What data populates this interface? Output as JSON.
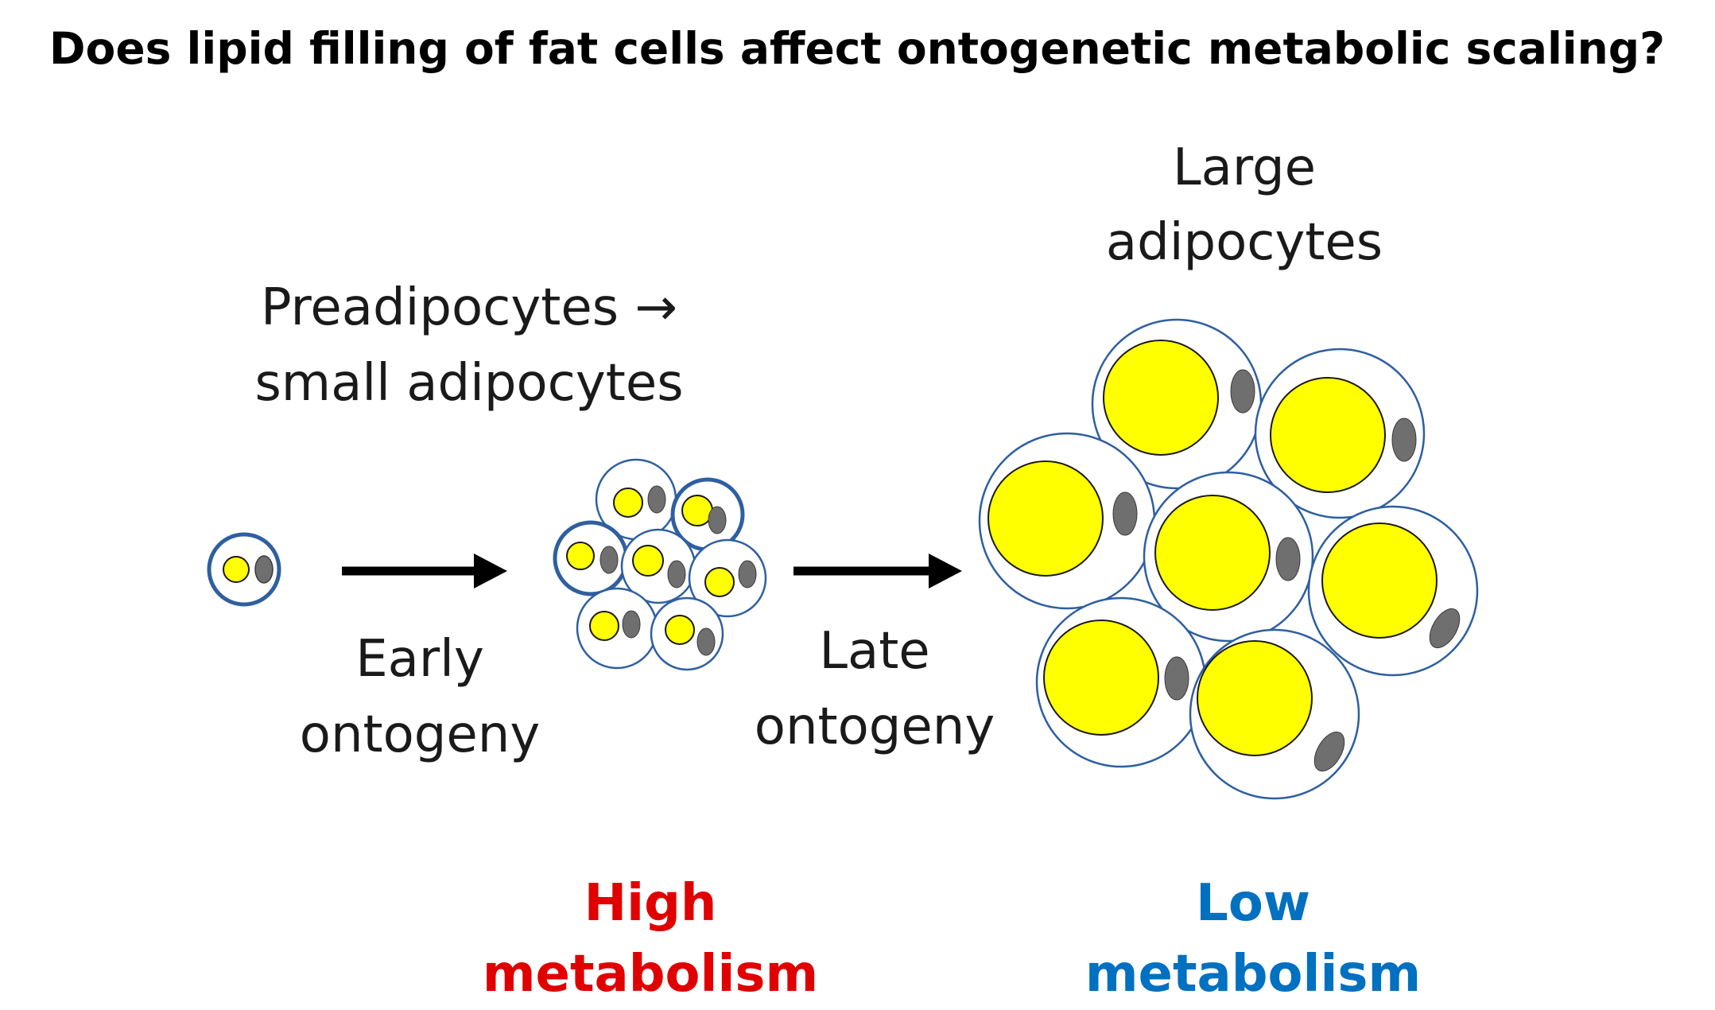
{
  "title": "Does lipid filling of fat cells affect ontogenetic metabolic scaling?",
  "labels": {
    "preadipocytes_line1": "Preadipocytes →",
    "preadipocytes_line2": "small adipocytes",
    "large_line1": "Large",
    "large_line2": "adipocytes",
    "early_line1": "Early",
    "early_line2": "ontogeny",
    "late_line1": "Late",
    "late_line2": "ontogeny"
  },
  "metabolism": {
    "high_line1": "High",
    "high_line2": "metabolism",
    "high_color": "#e00000",
    "low_line1": "Low",
    "low_line2": "metabolism",
    "low_color": "#0070c0"
  },
  "colors": {
    "membrane": "#2e5fa0",
    "lipid_droplet": "#ffff00",
    "nucleus": "#6f6f6f",
    "arrow": "#000000"
  }
}
